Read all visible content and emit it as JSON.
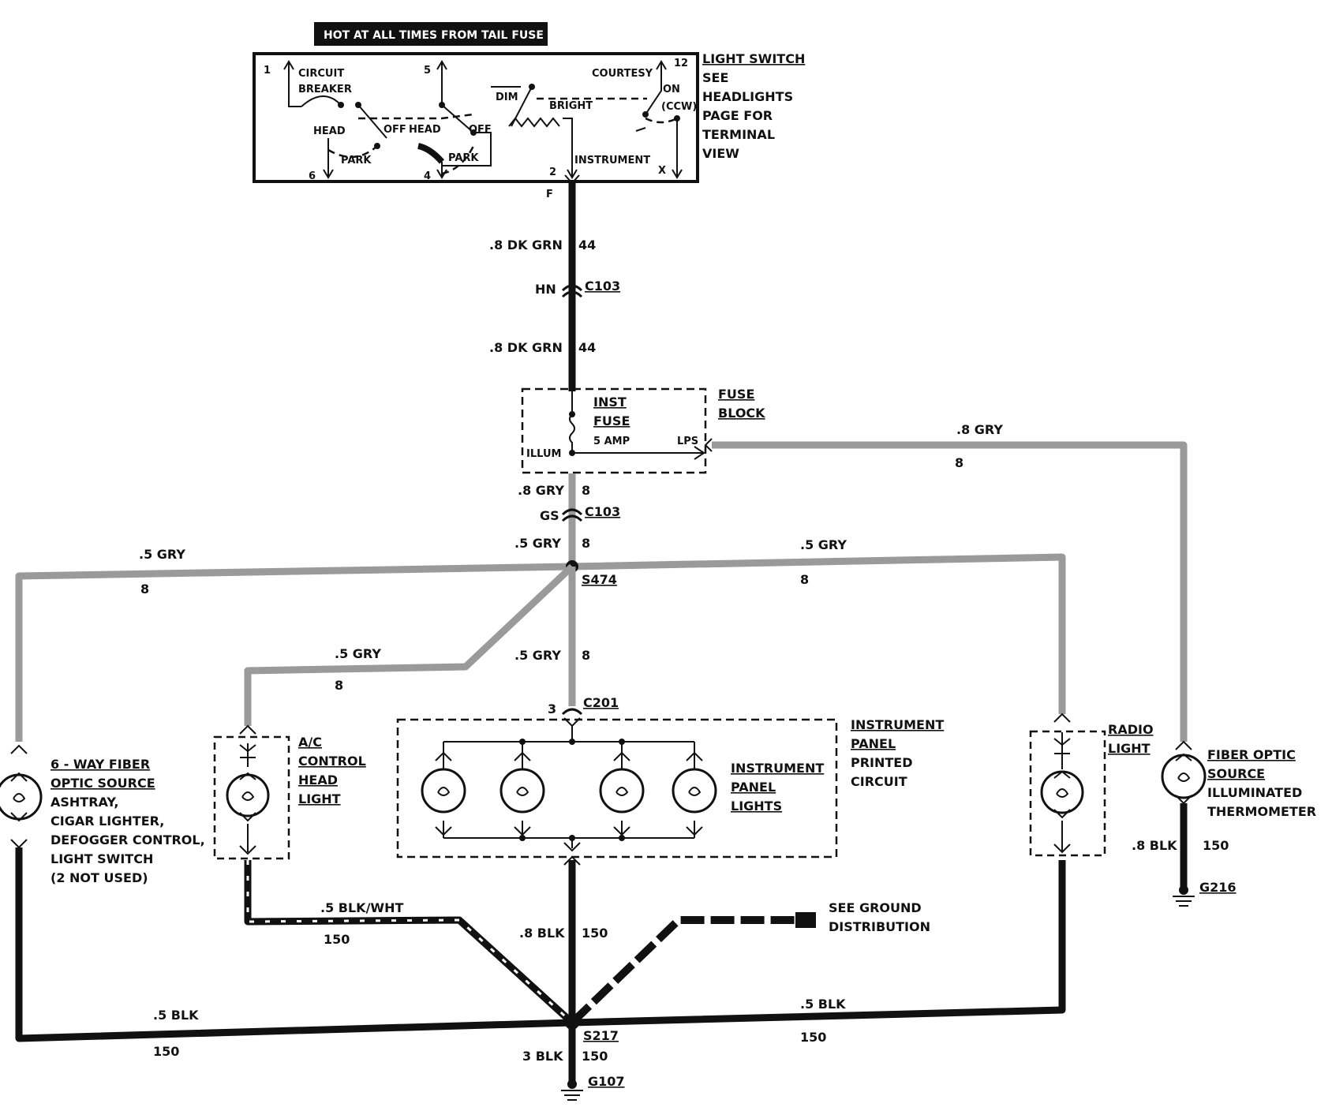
{
  "banner": "HOT AT ALL TIMES FROM TAIL FUSE",
  "light_switch": {
    "title": "LIGHT SWITCH",
    "note": [
      "SEE",
      "HEADLIGHTS",
      "PAGE FOR",
      "TERMINAL",
      "VIEW"
    ],
    "labels": {
      "t1": "1",
      "t5": "5",
      "t12": "12",
      "t6": "6",
      "t4": "4",
      "t2": "2",
      "tx": "X",
      "circuit": "CIRCUIT",
      "breaker": "BREAKER",
      "head1": "HEAD",
      "off1": "OFF",
      "head2": "HEAD",
      "off2": "OFF",
      "park1": "PARK",
      "park2": "PARK",
      "dim": "DIM",
      "bright": "BRIGHT",
      "courtesy": "COURTESY",
      "on": "ON",
      "ccw": "(CCW)",
      "instrument": "INSTRUMENT"
    }
  },
  "wires": {
    "f": "F",
    "w1_size": ".8 DK GRN",
    "w1_circuit": "44",
    "c103_top_pin": "HN",
    "c103_top": "C103",
    "w2_size": ".8 DK GRN",
    "w2_circuit": "44",
    "gry_lps_size": ".8 GRY",
    "gry_lps_circuit": "8",
    "gry_down_size": ".8 GRY",
    "gry_down_circuit": "8",
    "c103_bot_pin": "GS",
    "c103_bot": "C103",
    "gry_s474_size": ".5 GRY",
    "gry_s474_circuit": "8",
    "left_size": ".5 GRY",
    "left_circuit": "8",
    "right_size": ".5 GRY",
    "right_circuit": "8",
    "s474": "S474",
    "ac_size": ".5 GRY",
    "ac_circuit": "8",
    "ip_size": ".5 GRY",
    "ip_circuit": "8",
    "c201_pin": "3",
    "c201": "C201",
    "blkwht_size": ".5 BLK/WHT",
    "blkwht_circuit": "150",
    "ipblk_size": ".8 BLK",
    "ipblk_circuit": "150",
    "leftblk_size": ".5 BLK",
    "leftblk_circuit": "150",
    "rightblk_size": ".5 BLK",
    "rightblk_circuit": "150",
    "s217": "S217",
    "main_gnd_size": "3 BLK",
    "main_gnd_circuit": "150",
    "g107": "G107",
    "fo_gnd_size": ".8 BLK",
    "fo_gnd_circuit": "150",
    "g216": "G216",
    "see_ground": [
      "SEE GROUND",
      "DISTRIBUTION"
    ]
  },
  "fuse_block": {
    "title": [
      "FUSE",
      "BLOCK"
    ],
    "fuse_name": [
      "INST",
      "FUSE"
    ],
    "fuse_rating": "5 AMP",
    "illum": "ILLUM",
    "lps": "LPS"
  },
  "components": {
    "fiber6": [
      "6 - WAY FIBER",
      "OPTIC SOURCE",
      "ASHTRAY,",
      "CIGAR LIGHTER,",
      "DEFOGGER CONTROL,",
      "LIGHT SWITCH",
      "(2 NOT USED)"
    ],
    "ac": [
      "A/C",
      "CONTROL",
      "HEAD",
      "LIGHT"
    ],
    "ip_lights": [
      "INSTRUMENT",
      "PANEL",
      "LIGHTS"
    ],
    "ip_circuit": [
      "INSTRUMENT",
      "PANEL",
      "PRINTED",
      "CIRCUIT"
    ],
    "radio": [
      "RADIO",
      "LIGHT"
    ],
    "fiber_optic": [
      "FIBER OPTIC",
      "SOURCE",
      "ILLUMINATED",
      "THERMOMETER"
    ]
  }
}
